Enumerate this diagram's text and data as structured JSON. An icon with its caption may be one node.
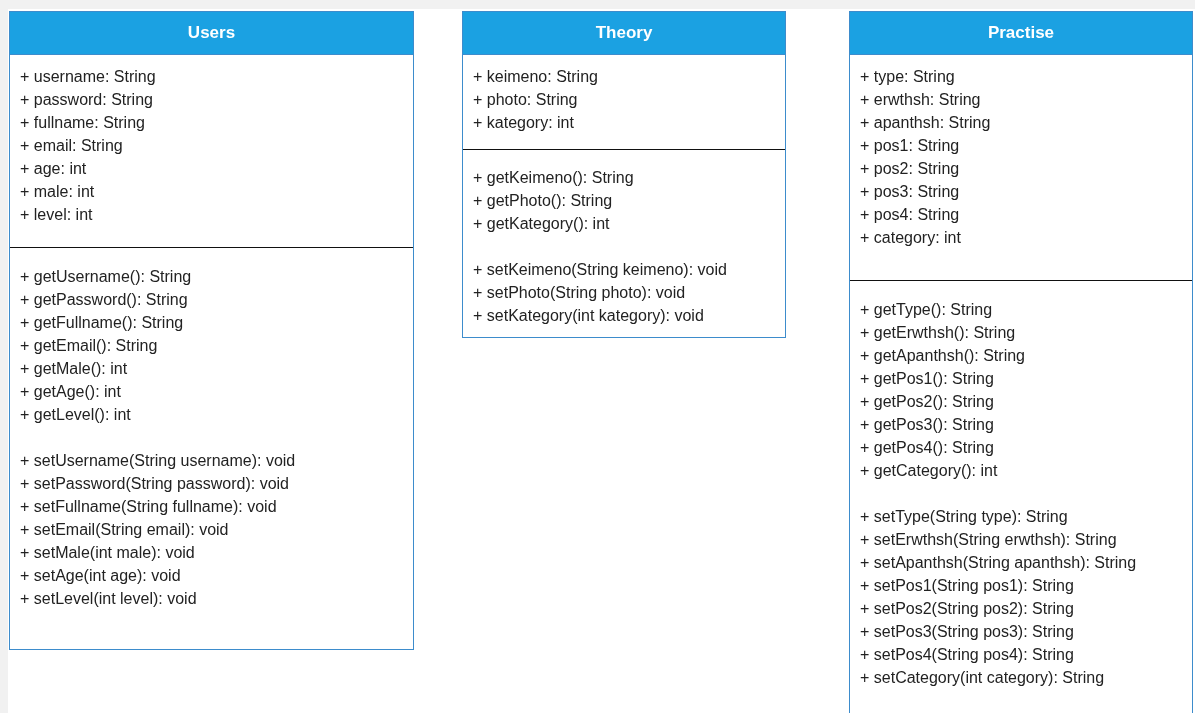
{
  "diagram": {
    "nodes": [
      {
        "text": [
          "Users"
        ]
      },
      {
        "text": [
          "+ username: String",
          "+ password: String",
          "+ fullname: String",
          "+ email: String",
          "+ age: int",
          "+ male: int",
          "+ level: int"
        ],
        "in": 0
      },
      {
        "text": [
          "+ getUsername(): String",
          "+ getPassword(): String",
          "+ getFullname(): String",
          "+ getEmail(): String",
          "+ getMale(): int",
          "+ getAge(): int",
          "+ getLevel(): int",
          "+ setUsername(String username): void",
          "+ setPassword(String password): void",
          "+ setFullname(String fullname): void",
          "+ setEmail(String email): void",
          "+ setMale(int male): void",
          "+ setAge(int age): void",
          "+ setLevel(int level): void"
        ],
        "in": 0
      },
      {
        "text": [
          "Theory"
        ]
      },
      {
        "text": [
          "+ keimeno: String",
          "+ photo: String",
          "+ kategory: int"
        ],
        "in": 3
      },
      {
        "text": [
          "+ getKeimeno(): String",
          "+ getPhoto(): String",
          "+ getKategory(): int",
          "+ setKeimeno(String keimeno): void",
          "+ setPhoto(String photo): void",
          "+ setKategory(int kategory): void"
        ],
        "in": 3
      },
      {
        "text": [
          "Practise"
        ]
      },
      {
        "text": [
          "+ type: String",
          "+ erwthsh: String",
          "+ apanthsh: String",
          "+ pos1: String",
          "+ pos2: String",
          "+ pos3: String",
          "+ pos4: String",
          "+ category: int"
        ],
        "in": 6
      },
      {
        "text": [
          "+ getType(): String",
          "+ getErwthsh(): String",
          "+ getApanthsh(): String",
          "+ getPos1(): String",
          "+ getPos2(): String",
          "+ getPos3(): String",
          "+ getPos4(): String",
          "+ getCategory(): int",
          "+ setType(String type): String",
          "+ setErwthsh(String erwthsh): String",
          "+ setApanthsh(String apanthsh): String",
          "+ setPos1(String pos1): String",
          "+ setPos2(String pos2): String",
          "+ setPos3(String pos3): String",
          "+ setPos4(String pos4): String",
          "+ setCategory(int category): String"
        ],
        "in": 6
      }
    ]
  }
}
